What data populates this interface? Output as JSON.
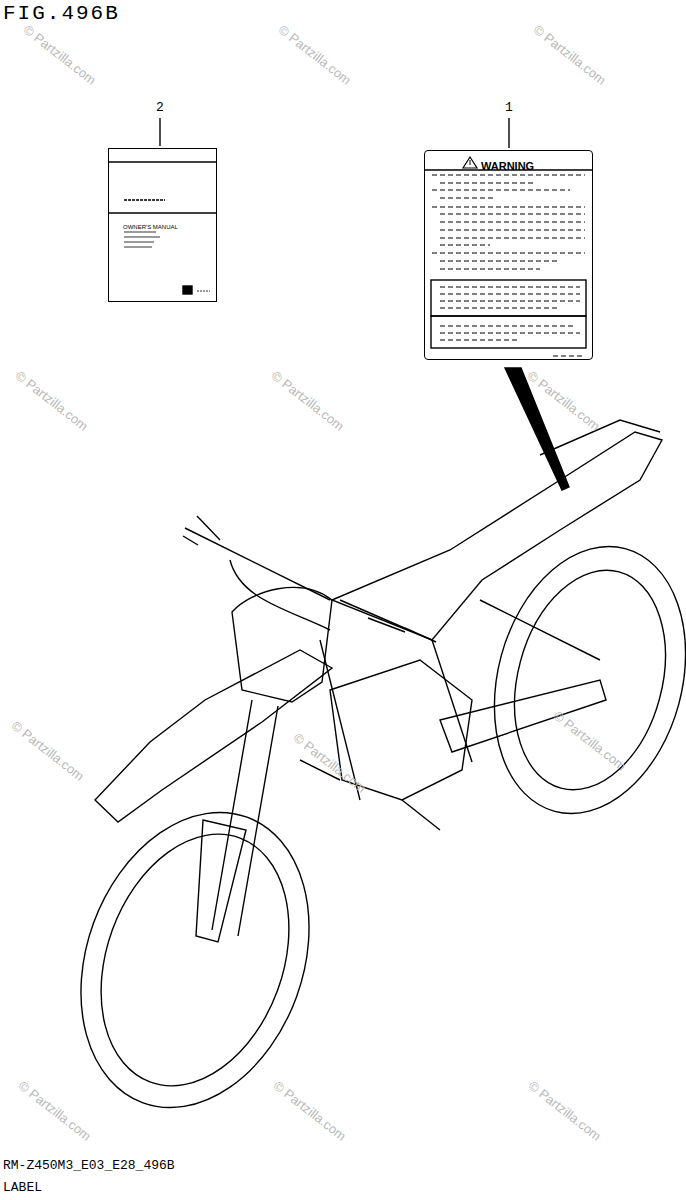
{
  "diagram": {
    "title": "FIG.496B",
    "nodes": [
      {
        "text": [
          "OWNER'S MANUAL"
        ]
      },
      {
        "text": [
          "WARNING"
        ]
      }
    ],
    "labels": [
      "2",
      "1",
      "© Partzilla.com",
      "© Partzilla.com",
      "© Partzilla.com",
      "© Partzilla.com",
      "© Partzilla.com",
      "© Partzilla.com",
      "© Partzilla.com",
      "© Partzilla.com",
      "© Partzilla.com",
      "© Partzilla.com",
      "© Partzilla.com",
      "© Partzilla.com",
      "RM-Z450M3_E03_E28_496B",
      "LABEL"
    ]
  }
}
